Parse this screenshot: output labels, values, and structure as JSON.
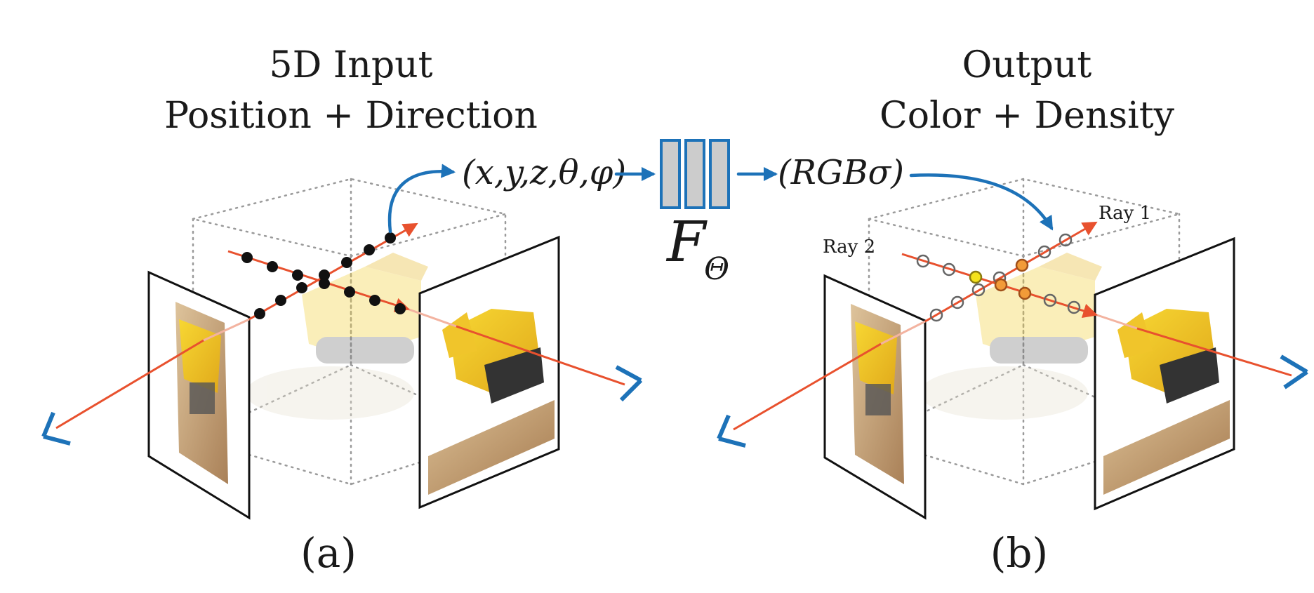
{
  "panel_a": {
    "title_line1": "5D Input",
    "title_line2": "Position + Direction",
    "label": "(a)"
  },
  "panel_b": {
    "title_line1": "Output",
    "title_line2": "Color + Density",
    "label": "(b)",
    "ray1_label": "Ray 1",
    "ray2_label": "Ray 2"
  },
  "network": {
    "input_text": "(x,y,z,θ,φ)",
    "symbol": "F",
    "subscript": "Θ",
    "output_text": "(RGBσ)"
  },
  "colors": {
    "ray": "#e8512e",
    "arrow_blue": "#1d72b8",
    "sample_dot": "#111111",
    "network_fill": "#cccccc",
    "accent_orange": "#f29b38",
    "accent_yellow": "#f4e21c"
  }
}
